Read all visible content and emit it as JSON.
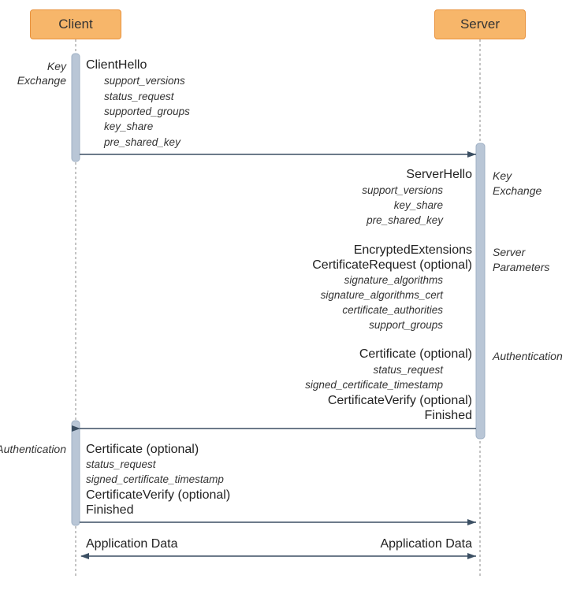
{
  "actors": {
    "client": "Client",
    "server": "Server"
  },
  "phases": {
    "client_key_exchange": [
      "Key",
      "Exchange"
    ],
    "server_key_exchange": [
      "Key",
      "Exchange"
    ],
    "server_parameters": [
      "Server",
      "Parameters"
    ],
    "server_authentication": "Authentication",
    "client_authentication": "Authentication"
  },
  "client_hello": {
    "title": "ClientHello",
    "extensions": [
      "support_versions",
      "status_request",
      "supported_groups",
      "key_share",
      "pre_shared_key"
    ]
  },
  "server_hello": {
    "title": "ServerHello",
    "extensions": [
      "support_versions",
      "key_share",
      "pre_shared_key"
    ]
  },
  "server_params": {
    "messages": [
      "EncryptedExtensions",
      "CertificateRequest (optional)"
    ],
    "extensions": [
      "signature_algorithms",
      "signature_algorithms_cert",
      "certificate_authorities",
      "support_groups"
    ]
  },
  "server_auth": {
    "certificate": "Certificate (optional)",
    "extensions": [
      "status_request",
      "signed_certificate_timestamp"
    ],
    "verify": "CertificateVerify (optional)",
    "finished": "Finished"
  },
  "client_auth": {
    "certificate": "Certificate (optional)",
    "extensions": [
      "status_request",
      "signed_certificate_timestamp"
    ],
    "verify": "CertificateVerify (optional)",
    "finished": "Finished"
  },
  "application_data": {
    "client": "Application Data",
    "server": "Application Data"
  }
}
